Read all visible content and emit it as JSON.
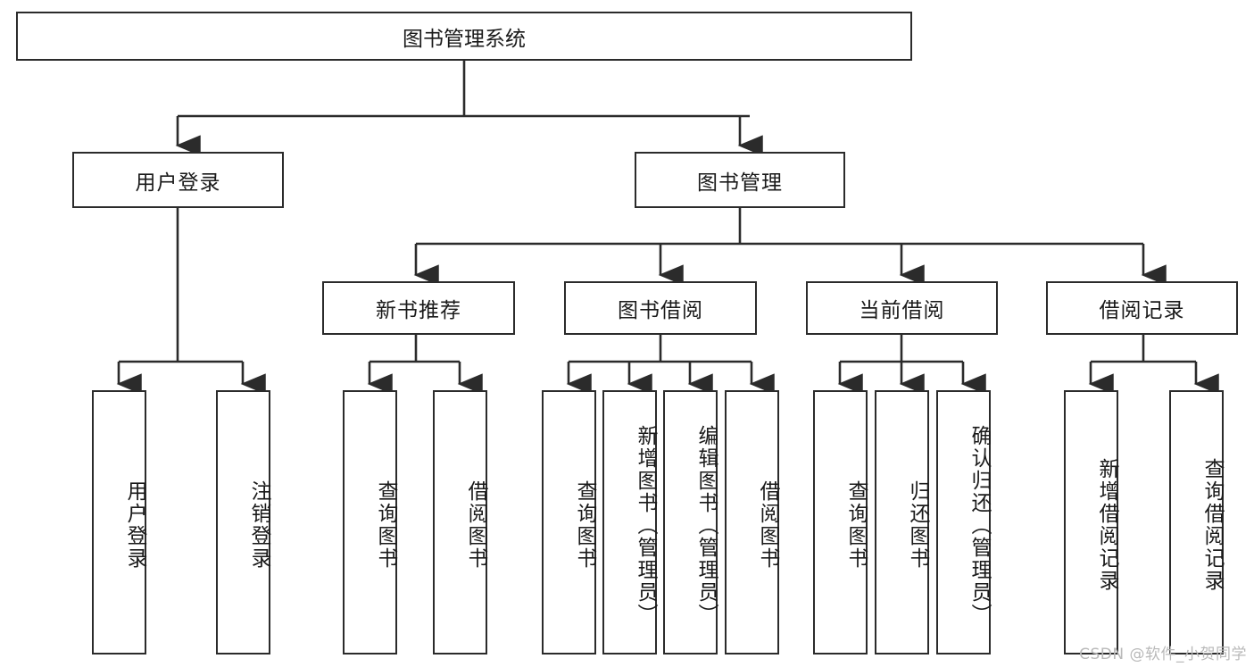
{
  "diagram": {
    "title": "图书管理系统",
    "type": "tree",
    "root": {
      "label": "图书管理系统"
    },
    "level2": [
      {
        "label": "用户登录"
      },
      {
        "label": "图书管理"
      }
    ],
    "level3": [
      {
        "label": "新书推荐"
      },
      {
        "label": "图书借阅"
      },
      {
        "label": "当前借阅"
      },
      {
        "label": "借阅记录"
      }
    ],
    "leaves": {
      "user_login": [
        {
          "label": "用户登录"
        },
        {
          "label": "注销登录"
        }
      ],
      "new_book_recommend": [
        {
          "label": "查询图书"
        },
        {
          "label": "借阅图书"
        }
      ],
      "book_borrow": [
        {
          "label": "查询图书"
        },
        {
          "label": "新增图书（管理员）"
        },
        {
          "label": "编辑图书（管理员）"
        },
        {
          "label": "借阅图书"
        }
      ],
      "current_borrow": [
        {
          "label": "查询图书"
        },
        {
          "label": "归还图书"
        },
        {
          "label": "确认归还（管理员）"
        }
      ],
      "borrow_record": [
        {
          "label": "新增借阅记录"
        },
        {
          "label": "查询借阅记录"
        }
      ]
    }
  },
  "watermark": {
    "text": "CSDN @软件_小贺同学"
  },
  "colors": {
    "stroke": "#2b2b2b",
    "fill": "#ffffff",
    "text": "#1a1a1a",
    "watermark": "#b9b9b9"
  }
}
